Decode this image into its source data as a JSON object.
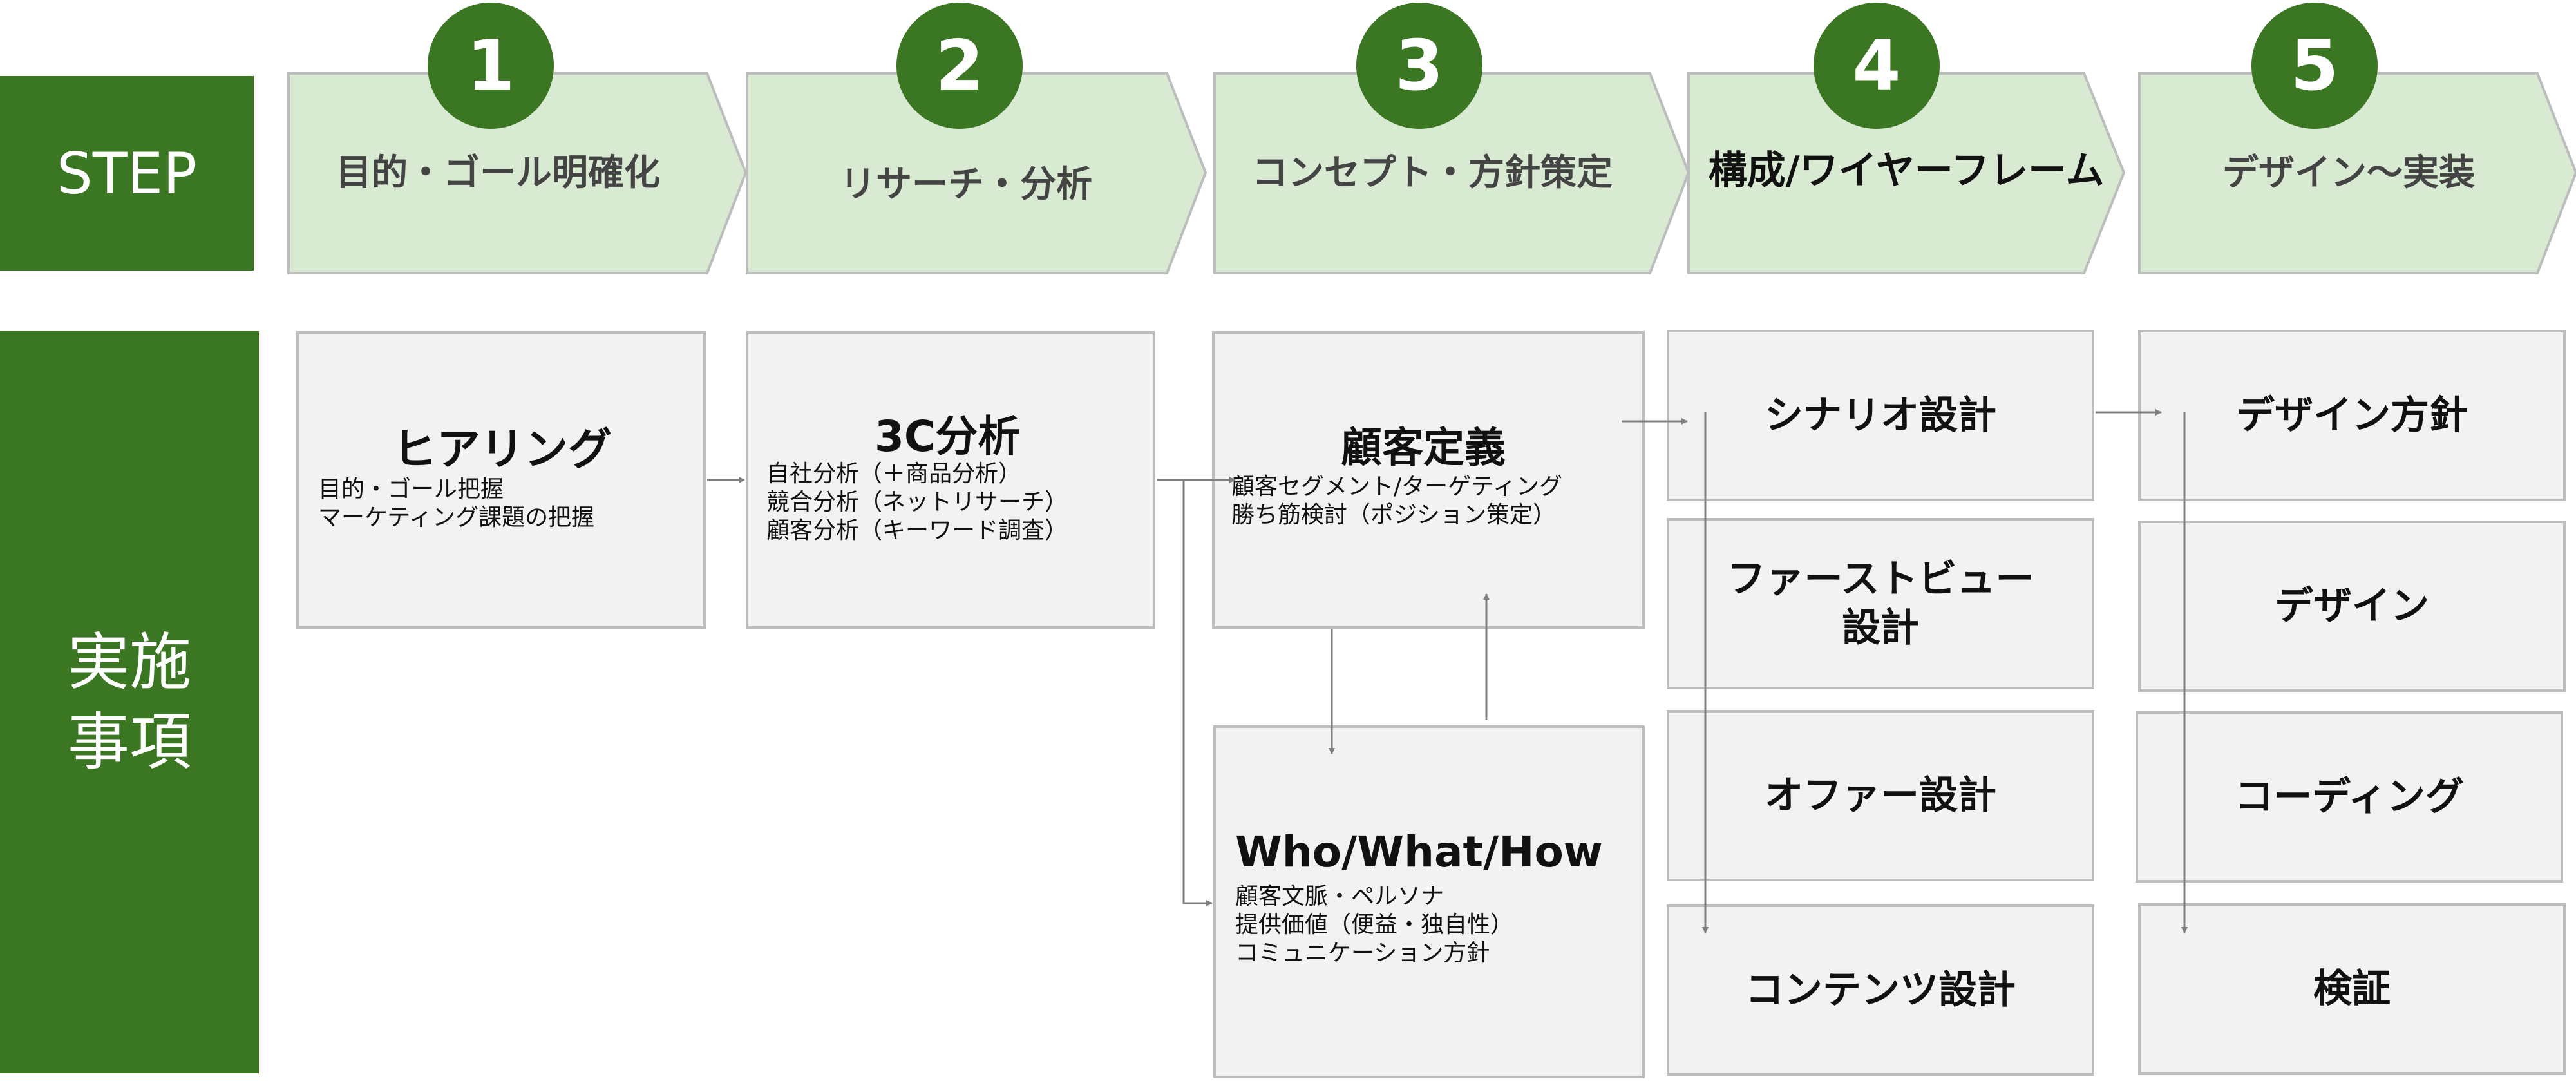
{
  "labels": {
    "step": "STEP",
    "implementation": [
      "実施",
      "事項"
    ]
  },
  "steps": [
    {
      "number": "1",
      "title": "目的・ゴール明確化"
    },
    {
      "number": "2",
      "title": "リサーチ・分析"
    },
    {
      "number": "3",
      "title": "コンセプト・方針策定"
    },
    {
      "number": "4",
      "title": "構成/ワイヤーフレーム"
    },
    {
      "number": "5",
      "title": "デザイン〜実装"
    }
  ],
  "tasks": {
    "hearing": {
      "title": "ヒアリング",
      "lines": [
        "目的・ゴール把握",
        "マーケティング課題の把握"
      ]
    },
    "analysis3c": {
      "title": "3C分析",
      "lines": [
        "自社分析（＋商品分析）",
        "競合分析（ネットリサーチ）",
        "顧客分析（キーワード調査）"
      ]
    },
    "customer": {
      "title": "顧客定義",
      "lines": [
        "顧客セグメント/ターゲティング",
        "勝ち筋検討（ポジション策定）"
      ]
    },
    "whowhathow": {
      "title": "Who/What/How",
      "lines": [
        "顧客文脈・ペルソナ",
        "提供価値（便益・独自性）",
        "コミュニケーション方針"
      ]
    },
    "structure": [
      "シナリオ設計",
      "ファーストビュー\n設計",
      "オファー設計",
      "コンテンツ設計"
    ],
    "implementation": [
      "デザイン方針",
      "デザイン",
      "コーディング",
      "検証"
    ]
  },
  "colors": {
    "brand_green": "#3b7623",
    "chevron_fill": "#d9ead3",
    "chevron_border": "#bdbdbd",
    "box_fill": "#f2f2f2",
    "box_border": "#bdbdbd",
    "arrow": "#7f7f7f"
  }
}
